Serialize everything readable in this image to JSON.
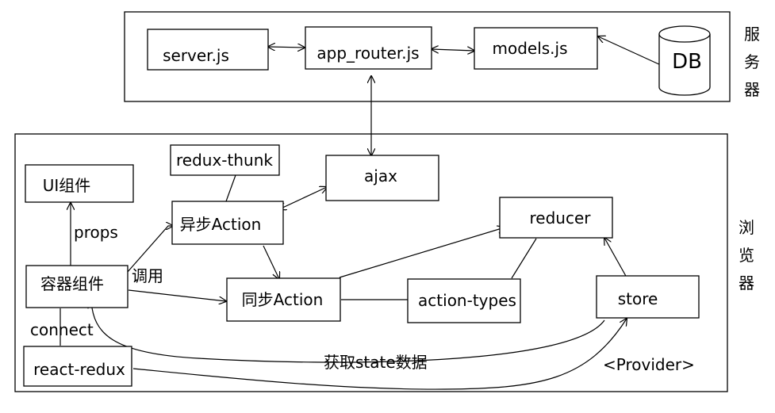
{
  "regions": {
    "server": [
      "服",
      "务",
      "器"
    ],
    "browser": [
      "浏",
      "览",
      "器"
    ]
  },
  "nodes": {
    "server_js": "server.js",
    "app_router": "app_router.js",
    "models": "models.js",
    "db": "DB",
    "redux_thunk": "redux-thunk",
    "ajax": "ajax",
    "ui": "UI组件",
    "async_action": "异步Action",
    "reducer": "reducer",
    "container": "容器组件",
    "sync_action": "同步Action",
    "action_types": "action-types",
    "store": "store",
    "react_redux": "react-redux"
  },
  "edge_labels": {
    "props": "props",
    "call": "调用",
    "connect": "connect",
    "get_state": "获取state数据",
    "provider": "<Provider>"
  }
}
